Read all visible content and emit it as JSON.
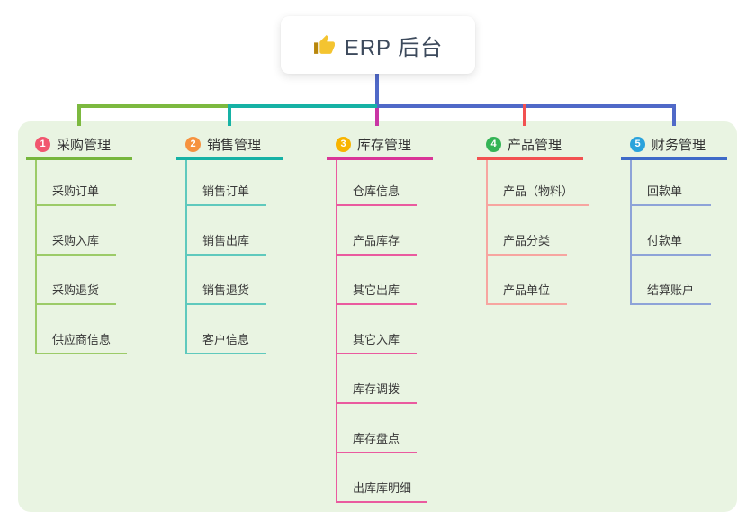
{
  "root": {
    "title": "ERP 后台",
    "icon": "thumbs-up-icon"
  },
  "connectors": {
    "stem_color": "#5069c8",
    "rail_green": "#7cb93f",
    "rail_teal": "#16b2a5",
    "rail_blue": "#5069c8",
    "drop_magenta": "#c935a5",
    "drop_red": "#f25151"
  },
  "panel_color": "#e9f4e2",
  "branches": [
    {
      "badge": "1",
      "title": "采购管理",
      "color_main": "#76b63c",
      "color_light": "#9ccb68",
      "badge_color": "#f1566f",
      "children": [
        "采购订单",
        "采购入库",
        "采购退货",
        "供应商信息"
      ]
    },
    {
      "badge": "2",
      "title": "销售管理",
      "color_main": "#16b2a5",
      "color_light": "#5fc9bd",
      "badge_color": "#f6923f",
      "children": [
        "销售订单",
        "销售出库",
        "销售退货",
        "客户信息"
      ]
    },
    {
      "badge": "3",
      "title": "库存管理",
      "color_main": "#d93597",
      "color_light": "#ea5a9f",
      "badge_color": "#f8b400",
      "children": [
        "仓库信息",
        "产品库存",
        "其它出库",
        "其它入库",
        "库存调拨",
        "库存盘点",
        "出库库明细"
      ]
    },
    {
      "badge": "4",
      "title": "产品管理",
      "color_main": "#f25151",
      "color_light": "#f7a5a0",
      "badge_color": "#34b456",
      "children": [
        "产品（物料）",
        "产品分类",
        "产品单位"
      ]
    },
    {
      "badge": "5",
      "title": "财务管理",
      "color_main": "#3f6ac8",
      "color_light": "#8ea3d8",
      "badge_color": "#2aa3dc",
      "children": [
        "回款单",
        "付款单",
        "结算账户"
      ]
    }
  ]
}
